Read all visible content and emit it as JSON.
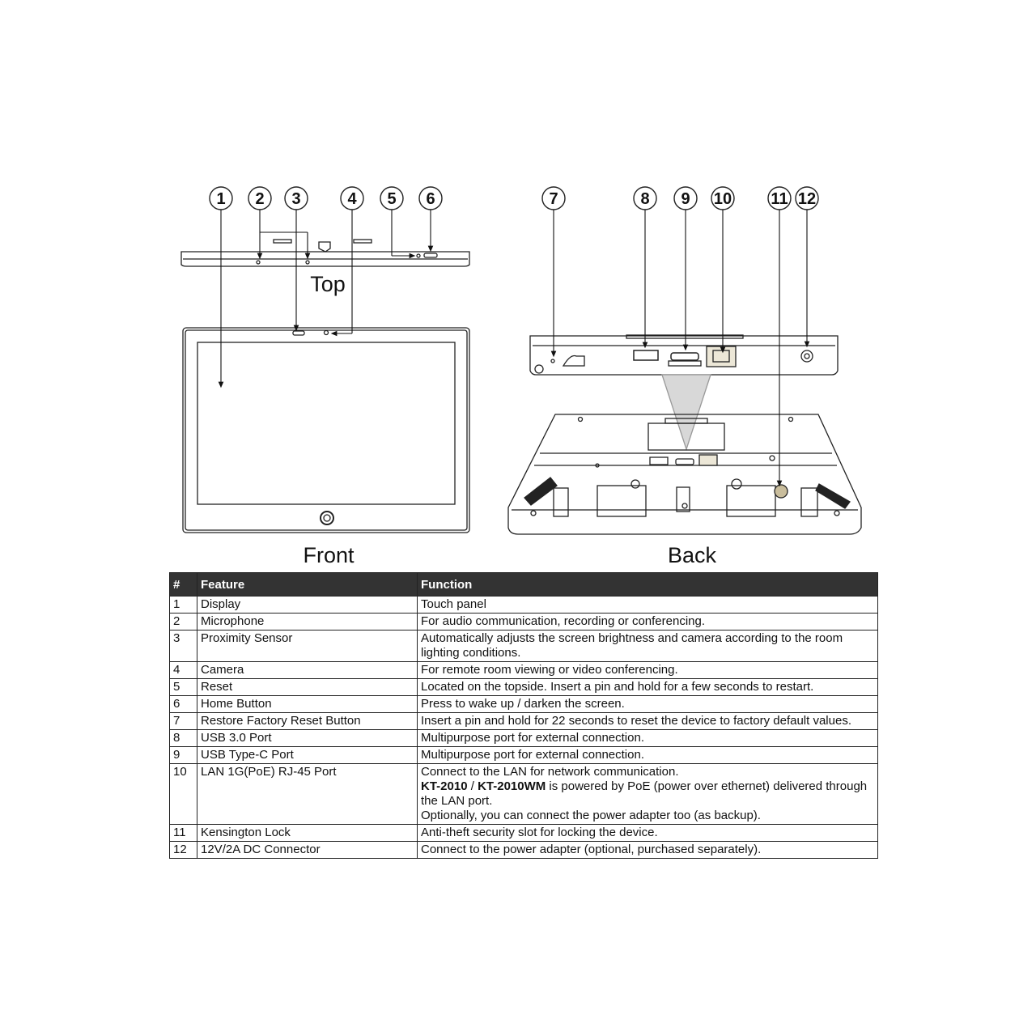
{
  "views": {
    "top_label": "Top",
    "front_label": "Front",
    "back_label": "Back"
  },
  "callouts": [
    "1",
    "2",
    "3",
    "4",
    "5",
    "6",
    "7",
    "8",
    "9",
    "10",
    "11",
    "12"
  ],
  "table": {
    "headers": [
      "#",
      "Feature",
      "Function"
    ],
    "rows": [
      {
        "num": "1",
        "feature": "Display",
        "function": [
          "Touch panel"
        ]
      },
      {
        "num": "2",
        "feature": "Microphone",
        "function": [
          "For audio communication, recording or conferencing."
        ]
      },
      {
        "num": "3",
        "feature": "Proximity Sensor",
        "function": [
          "Automatically adjusts the screen brightness and camera according to the room lighting conditions."
        ]
      },
      {
        "num": "4",
        "feature": "Camera",
        "function": [
          "For remote room viewing or video conferencing."
        ]
      },
      {
        "num": "5",
        "feature": "Reset",
        "function": [
          "Located on the topside. Insert a pin and hold for a few seconds to restart."
        ]
      },
      {
        "num": "6",
        "feature": "Home Button",
        "function": [
          "Press to wake up / darken the screen."
        ]
      },
      {
        "num": "7",
        "feature": "Restore Factory Reset Button",
        "function": [
          "Insert a pin and hold for 22 seconds to reset the device to factory default values."
        ]
      },
      {
        "num": "8",
        "feature": "USB 3.0 Port",
        "function": [
          "Multipurpose port for external connection."
        ]
      },
      {
        "num": "9",
        "feature": "USB Type-C Port",
        "function": [
          "Multipurpose port for external connection."
        ]
      },
      {
        "num": "10",
        "feature": "LAN 1G(PoE) RJ-45 Port",
        "function": [
          "Connect to the LAN for network communication."
        ],
        "function_model_a": "KT-2010",
        "function_model_sep": " / ",
        "function_model_b": "KT-2010WM",
        "function_model_rest": " is powered by PoE (power over ethernet) delivered through the LAN port.",
        "function_extra": "Optionally, you can connect the power adapter too (as backup)."
      },
      {
        "num": "11",
        "feature": "Kensington Lock",
        "function": [
          "Anti-theft security slot for locking the device."
        ]
      },
      {
        "num": "12",
        "feature": "12V/2A DC Connector",
        "function": [
          "Connect to the power adapter (optional, purchased separately)."
        ]
      }
    ]
  }
}
